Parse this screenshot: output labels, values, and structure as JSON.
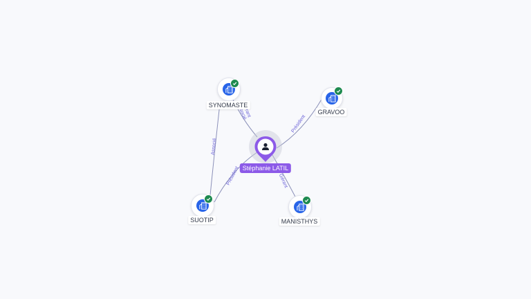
{
  "colors": {
    "company": "#2864e8",
    "verified": "#1e8a50",
    "person": "#8c5ae8",
    "edge": "#8a8fb8",
    "edge_label": "#6b62d8"
  },
  "person": {
    "name": "Stéphanie LATIL",
    "icon": "user-icon"
  },
  "companies": [
    {
      "id": "synomaste",
      "name": "SYNOMASTE",
      "icon": "building-icon",
      "verified": true
    },
    {
      "id": "gravoo",
      "name": "GRAVOO",
      "icon": "building-icon",
      "verified": true
    },
    {
      "id": "suotip",
      "name": "SUOTIP",
      "icon": "building-icon",
      "verified": true
    },
    {
      "id": "manisthys",
      "name": "MANISTHYS",
      "icon": "building-icon",
      "verified": true
    }
  ],
  "edges": [
    {
      "id": "e1",
      "from": "person",
      "to": "synomaste",
      "labels": [
        "Gérant",
        "Associé"
      ]
    },
    {
      "id": "e2",
      "from": "person",
      "to": "gravoo",
      "labels": [
        "Président"
      ]
    },
    {
      "id": "e3",
      "from": "person",
      "to": "suotip",
      "labels": [
        "Président"
      ]
    },
    {
      "id": "e4",
      "from": "person",
      "to": "manisthys",
      "labels": [
        "Gérant"
      ]
    },
    {
      "id": "e5",
      "from": "suotip",
      "to": "synomaste",
      "labels": [
        "Associé"
      ]
    }
  ]
}
